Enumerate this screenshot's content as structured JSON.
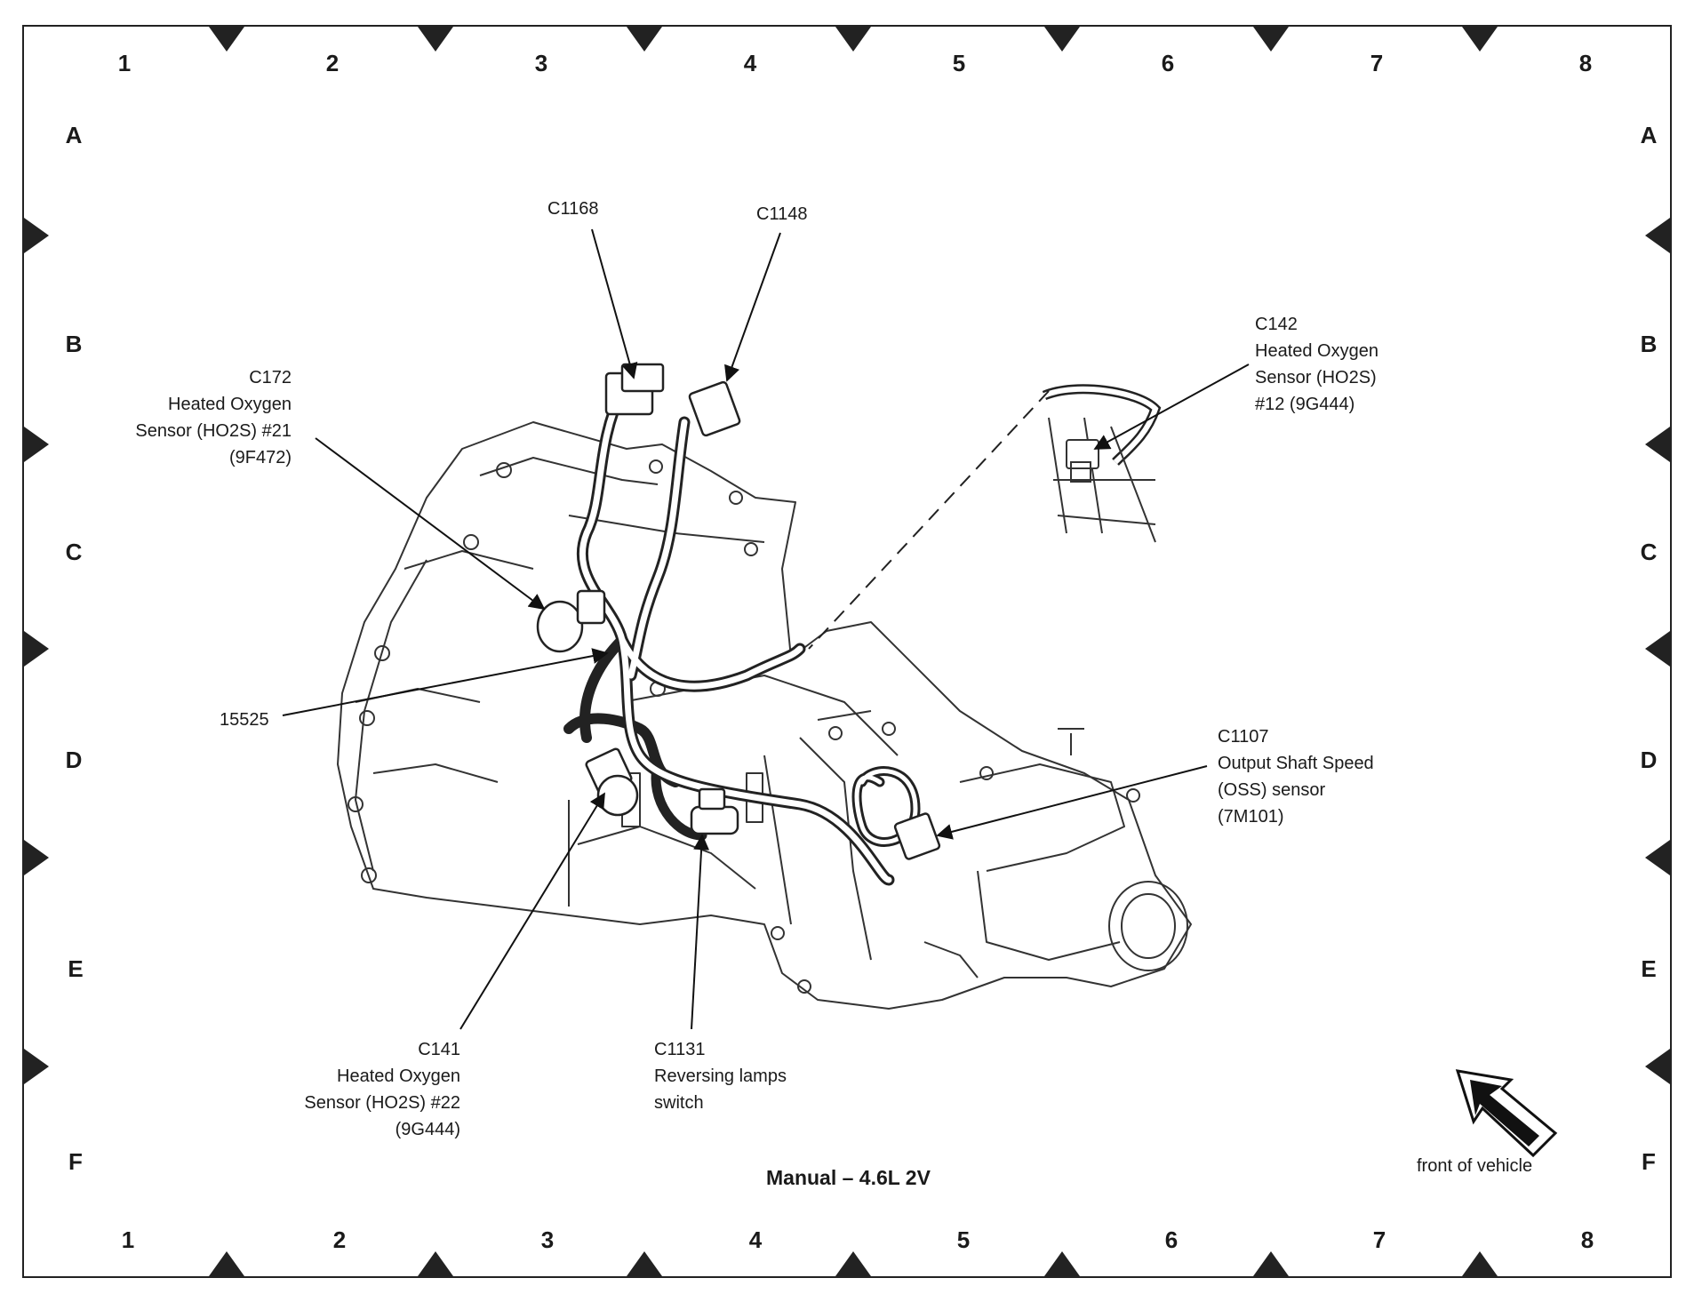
{
  "grid": {
    "columns": [
      "1",
      "2",
      "3",
      "4",
      "5",
      "6",
      "7",
      "8"
    ],
    "rows": [
      "A",
      "B",
      "C",
      "D",
      "E",
      "F"
    ]
  },
  "labels": {
    "c1168": "C1168",
    "c1148": "C1148",
    "c142": {
      "line1": "C142",
      "line2": "Heated Oxygen",
      "line3": "Sensor (HO2S)",
      "line4": "#12 (9G444)"
    },
    "c172": {
      "line1": "C172",
      "line2": "Heated Oxygen",
      "line3": "Sensor (HO2S) #21",
      "line4": "(9F472)"
    },
    "harness": "15525",
    "c1107": {
      "line1": "C1107",
      "line2": "Output Shaft Speed",
      "line3": "(OSS) sensor",
      "line4": "(7M101)"
    },
    "c141": {
      "line1": "C141",
      "line2": "Heated Oxygen",
      "line3": "Sensor (HO2S) #22",
      "line4": "(9G444)"
    },
    "c1131": {
      "line1": "C1131",
      "line2": "Reversing lamps",
      "line3": "switch"
    }
  },
  "title": "Manual – 4.6L 2V",
  "orientation": {
    "label": "front of vehicle",
    "icon": "front-arrow-icon"
  }
}
